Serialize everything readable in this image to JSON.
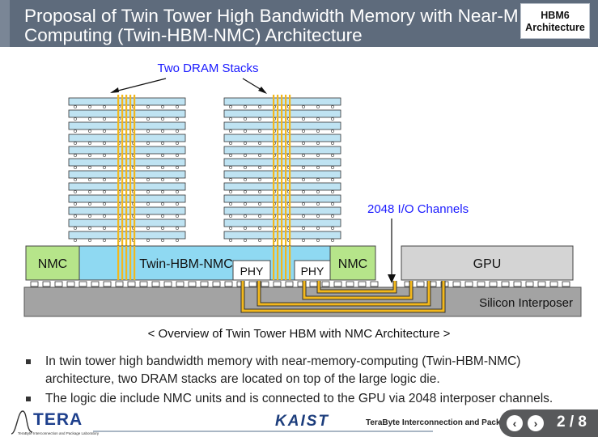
{
  "slide": {
    "title_line1": "Proposal of Twin Tower High Bandwidth Memory with Near-Memory",
    "title_line2": "Computing (Twin-HBM-NMC) Architecture",
    "badge_line1": "HBM6",
    "badge_line2": "Architecture"
  },
  "diagram": {
    "label_stacks": "Two DRAM Stacks",
    "label_channels": "2048 I/O Channels",
    "nmc_left": "NMC",
    "logic_die": "Twin-HBM-NMC",
    "phy_left": "PHY",
    "phy_right": "PHY",
    "nmc_right": "NMC",
    "gpu": "GPU",
    "interposer": "Silicon Interposer",
    "colors": {
      "logic_die": "#8fd9f2",
      "nmc": "#b6e58a",
      "gpu": "#d4d4d4",
      "interposer": "#a3a3a3",
      "tsv": "#f3b81c",
      "dram_die": "#bfe3f2",
      "label_blue": "#1a1aff"
    }
  },
  "caption": "< Overview of Twin Tower HBM with NMC Architecture >",
  "bullets": [
    "In twin tower high bandwidth memory with near-memory-computing (Twin-HBM-NMC) architecture, two DRAM stacks are located on top of the large logic die.",
    "The logic die include NMC units and is connected to the GPU via 2048 interposer channels."
  ],
  "footer": {
    "logo_word": "TERA",
    "logo_sub": "TeraByte Interconnection and Package Laboratory",
    "university": "KAIST",
    "lab_name": "TeraByte Interconnection and Package Laboratory",
    "page_indicator": "2 / 8"
  }
}
